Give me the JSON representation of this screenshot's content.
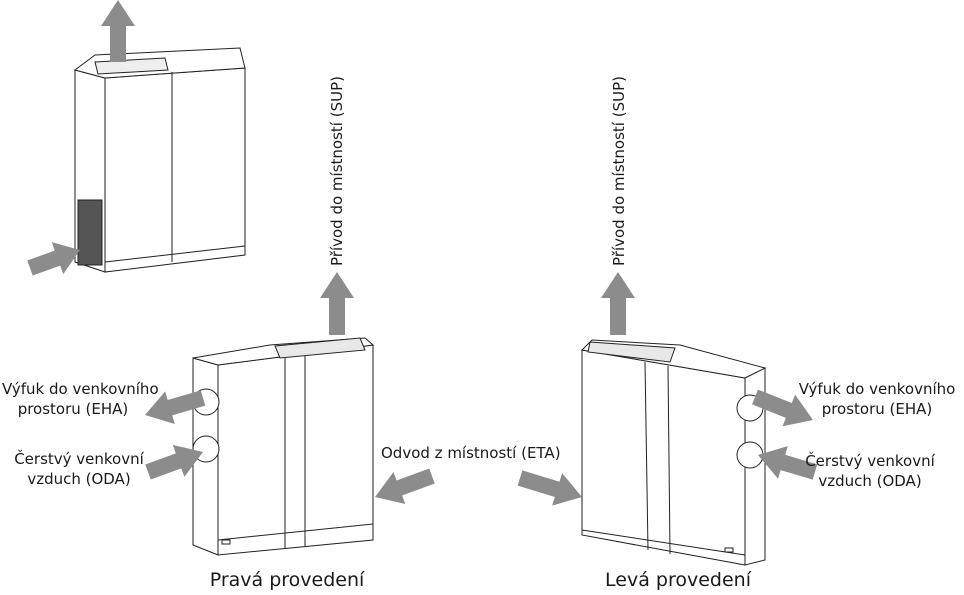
{
  "labels": {
    "sup": "Přívod do místností (SUP)",
    "eha_line1": "Výfuk do venkovního",
    "eha_line2": "prostoru (EHA)",
    "oda_line1": "Čerstvý venkovní",
    "oda_line2": "vzduch (ODA)",
    "eta": "Odvod z místností (ETA)"
  },
  "variants": {
    "right": "Pravá provedení",
    "left": "Levá provedení"
  },
  "colors": {
    "arrow": "#8c8c8c",
    "line": "#222222"
  }
}
